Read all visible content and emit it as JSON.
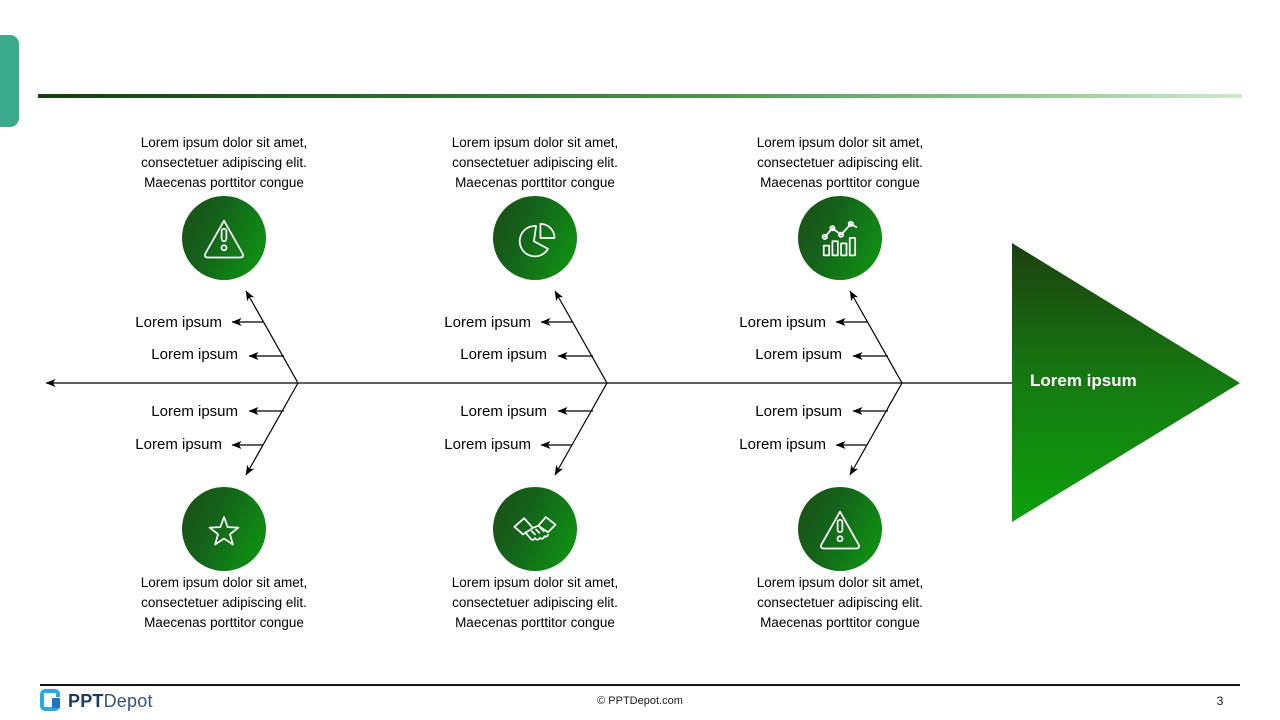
{
  "colors": {
    "accent_tab_teal": "#3aa98c",
    "top_rule_gradient": [
      "#143d14",
      "#cfe8cf"
    ],
    "node_circle_gradient": [
      "#1c4c17",
      "#0e9a10"
    ],
    "arrow_head_gradient": [
      "#1d400f",
      "#0ca00a"
    ],
    "diagram_line": "#000000",
    "logo_light_blue": "#29abe2",
    "logo_dark_blue": "#1f74c0",
    "logo_navy_text": "#1e3a5f"
  },
  "fishbone": {
    "head_label": "Lorem ipsum",
    "columns": [
      {
        "top": {
          "icon": "warning-triangle-icon",
          "description": "Lorem ipsum dolor sit amet, consectetuer adipiscing elit. Maecenas porttitor congue"
        },
        "bottom": {
          "icon": "star-icon",
          "description": "Lorem ipsum dolor sit amet, consectetuer adipiscing elit. Maecenas porttitor congue"
        },
        "branch_labels": [
          "Lorem ipsum",
          "Lorem ipsum",
          "Lorem ipsum",
          "Lorem ipsum"
        ]
      },
      {
        "top": {
          "icon": "pie-chart-icon",
          "description": "Lorem ipsum dolor sit amet, consectetuer adipiscing elit. Maecenas porttitor congue"
        },
        "bottom": {
          "icon": "handshake-icon",
          "description": "Lorem ipsum dolor sit amet, consectetuer adipiscing elit. Maecenas porttitor congue"
        },
        "branch_labels": [
          "Lorem ipsum",
          "Lorem ipsum",
          "Lorem ipsum",
          "Lorem ipsum"
        ]
      },
      {
        "top": {
          "icon": "analytics-chart-icon",
          "description": "Lorem ipsum dolor sit amet, consectetuer adipiscing elit. Maecenas porttitor congue"
        },
        "bottom": {
          "icon": "warning-triangle-icon",
          "description": "Lorem ipsum dolor sit amet, consectetuer adipiscing elit. Maecenas porttitor congue"
        },
        "branch_labels": [
          "Lorem ipsum",
          "Lorem ipsum",
          "Lorem ipsum",
          "Lorem ipsum"
        ]
      }
    ]
  },
  "footer": {
    "logo_text_bold": "PPT",
    "logo_text_regular": "Depot",
    "copyright": "© PPTDepot.com",
    "page_number": "3"
  }
}
